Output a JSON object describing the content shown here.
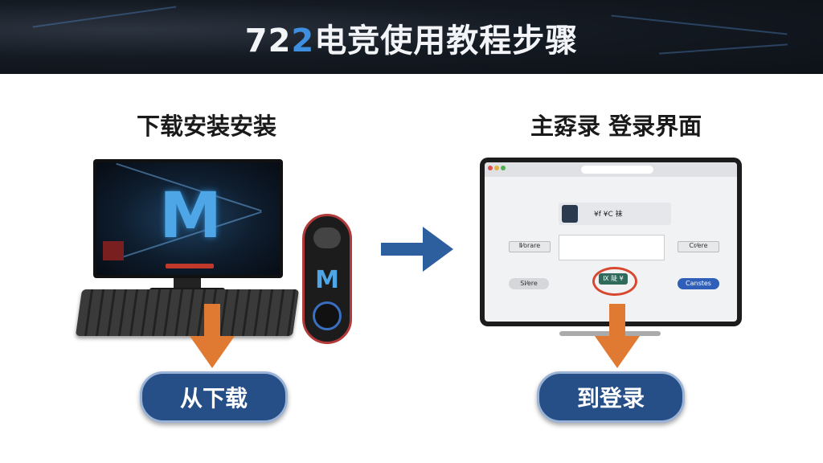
{
  "banner": {
    "title_num_a": "72",
    "title_num_b": "2",
    "title_text": "电竞使用教程步骤"
  },
  "left": {
    "heading": "下载安装安装",
    "button": "从下载",
    "monitor_tag": "M"
  },
  "right": {
    "heading": "主孬录 登录界面",
    "button": "到登录",
    "screen": {
      "card_title": "¥f ¥C 袜",
      "left_btn": "Ⅱ⁄orare",
      "right_btn": "Cr⁄ere",
      "bottom_left_btn": "Sl⁄ere",
      "center_btn": "Ⅸ 陡 ¥",
      "bottom_right_btn": "Canstes"
    }
  },
  "colors": {
    "accent": "#274f87",
    "arrow_orange": "#e07a32",
    "arrow_blue": "#2d5f9e"
  }
}
